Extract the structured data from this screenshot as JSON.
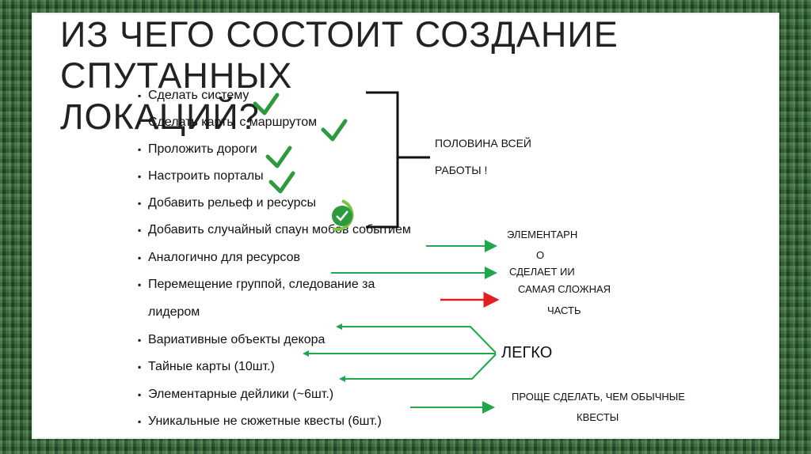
{
  "title_line1": "ИЗ ЧЕГО СОСТОИТ СОЗДАНИЕ СПУТАННЫХ",
  "title_line2": "ЛОКАЦИЙ?",
  "items": [
    "Сделать систему",
    "Сделать карты с маршрутом",
    "Проложить дороги",
    "Настроить порталы",
    "Добавить рельеф и ресурсы",
    "Добавить случайный спаун мобов событием",
    "Аналогично для ресурсов",
    "Перемещение группой, следование за",
    "лидером",
    "Вариативные объекты декора",
    "Тайные карты (10шт.)",
    "Элементарные дейлики (~6шт.)",
    "Уникальные не сюжетные квесты (6шт.)"
  ],
  "bullet": "▪",
  "notes": {
    "half_line1": "ПОЛОВИНА ВСЕЙ",
    "half_line2": "РАБОТЫ !",
    "elem_line1": "ЭЛЕМЕНТАРН",
    "elem_line2": "О",
    "ai": "СДЕЛАЕТ ИИ",
    "hard_line1": "САМАЯ СЛОЖНАЯ",
    "hard_line2": "ЧАСТЬ",
    "easy": "ЛЕГКО",
    "simpler_line1": "ПРОЩЕ СДЕЛАТЬ, ЧЕМ ОБЫЧНЫЕ",
    "simpler_line2": "КВЕСТЫ"
  },
  "colors": {
    "green_check": "#2e9a3e",
    "green_arrow": "#1fa84a",
    "red_arrow": "#e02020",
    "bracket": "#111111"
  }
}
